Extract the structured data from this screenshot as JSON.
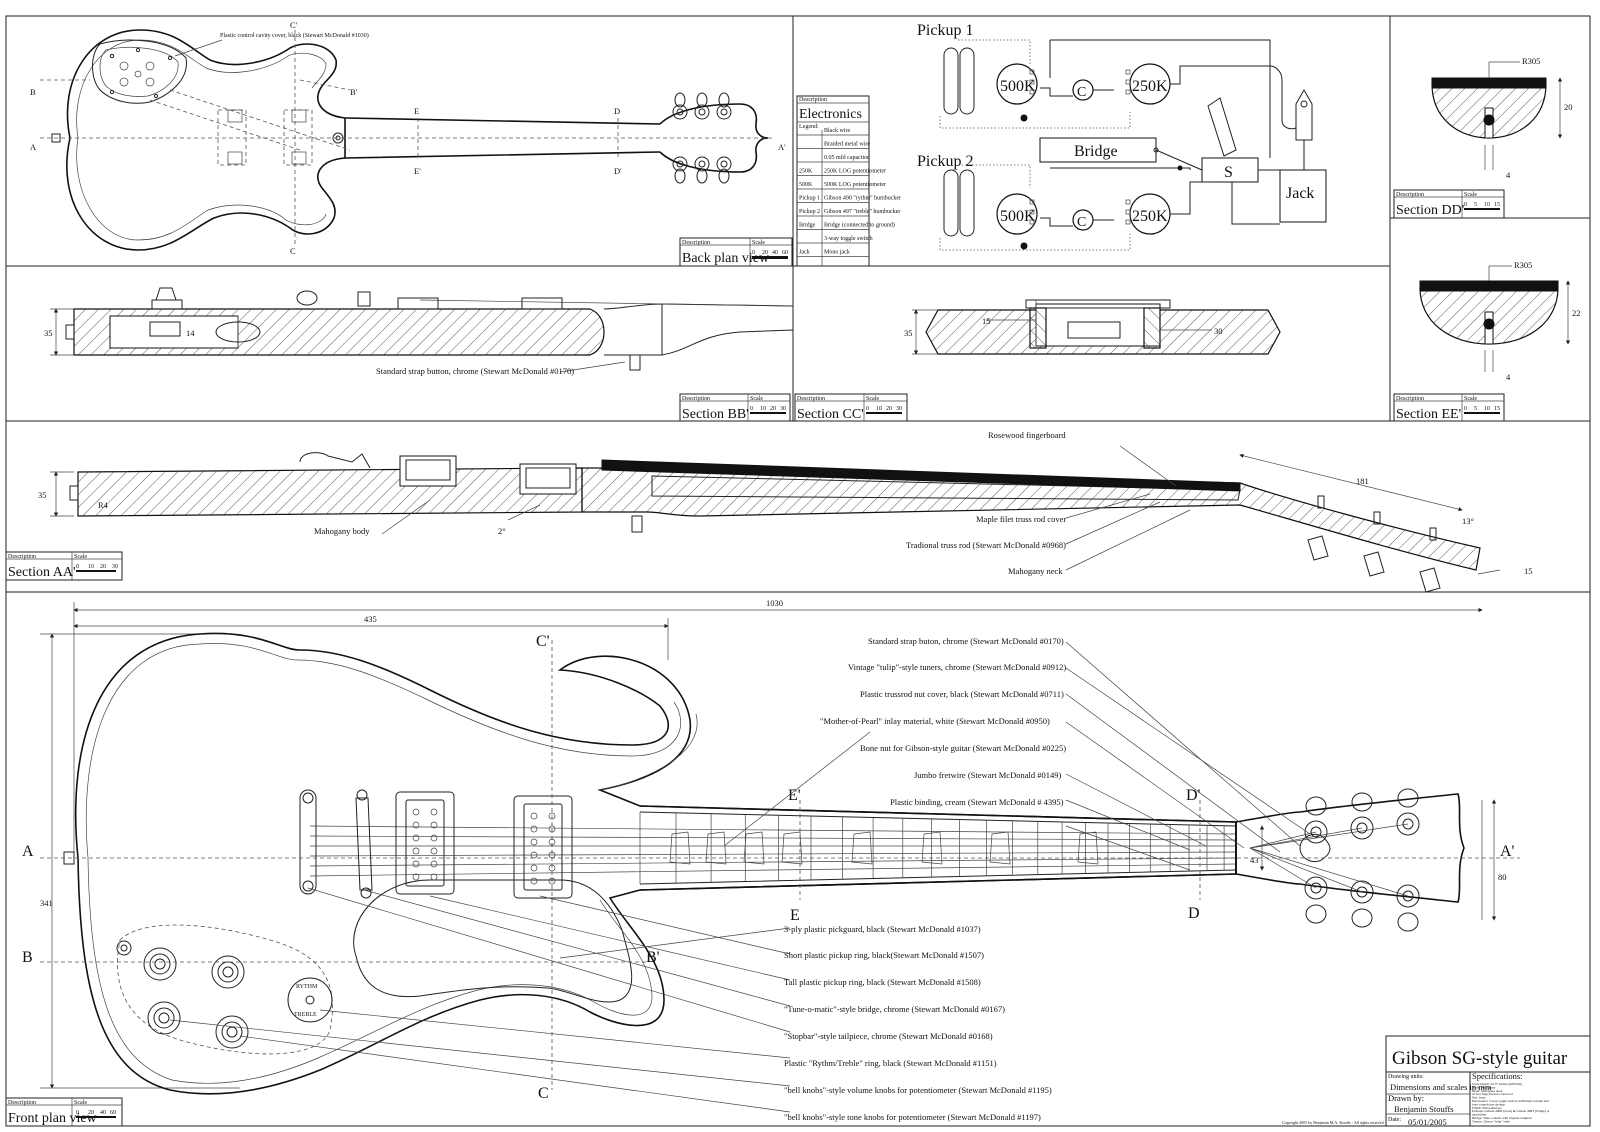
{
  "electronics_schematic": {
    "pickup1_label": "Pickup 1",
    "pickup2_label": "Pickup 2",
    "pot_500k": "500K",
    "pot_250k": "250K",
    "capacitor": "C",
    "bridge": "Bridge",
    "switch": "S",
    "jack": "Jack"
  },
  "legend": {
    "description_header": "Description",
    "title": "Electronics",
    "legend_label": "Legend:",
    "rows": [
      {
        "symbol": "",
        "text": "Black wire"
      },
      {
        "symbol": "",
        "text": "Braided metal wire"
      },
      {
        "symbol": "",
        "text": "0.05 mfd capacitor"
      },
      {
        "symbol": "250K",
        "text": "250K LOG potentiometer"
      },
      {
        "symbol": "500K",
        "text": "500K LOG potentiometer"
      },
      {
        "symbol": "Pickup 1",
        "text": "Gibson 490 \"rythm\" humbucker"
      },
      {
        "symbol": "Pickup 2",
        "text": "Gibson 497 \"treble\" humbucker"
      },
      {
        "symbol": "Bridge",
        "text": "Bridge (connected to ground)"
      },
      {
        "symbol": "",
        "text": "3-way toggle switch"
      },
      {
        "symbol": "Jack",
        "text": "Mono jack"
      }
    ]
  },
  "title_blocks": {
    "description": "Description",
    "scale": "Scale",
    "back_plan": "Back plan view",
    "section_bb": "Section BB'",
    "section_cc": "Section CC'",
    "section_aa": "Section AA'",
    "section_dd": "Section DD'",
    "section_ee": "Section EE'",
    "front_plan": "Front plan view",
    "scale_ticks_30": [
      "0",
      "10",
      "20",
      "30"
    ],
    "scale_ticks_60": [
      "0",
      "20",
      "40",
      "60"
    ],
    "scale_ticks_15": [
      "0",
      "5",
      "10",
      "15"
    ]
  },
  "markers": {
    "a": "A",
    "a_prime": "A'",
    "b": "B",
    "b_prime": "B'",
    "c": "C",
    "c_prime": "C'",
    "d": "D",
    "d_prime": "D'",
    "e": "E",
    "e_prime": "E'"
  },
  "back_plan": {
    "pickguard_note": "Plastic control cavity cover, black (Stewart McDonald #1030)"
  },
  "section_bb": {
    "dim_height": "35",
    "dim_14": "14",
    "strap_note": "Standard strap button, chrome (Stewart McDonald #0170)"
  },
  "section_cc": {
    "dim_35": "35",
    "dim_15": "15",
    "dim_30": "30"
  },
  "section_dd": {
    "radius": "R305",
    "depth": "20",
    "rod": "4"
  },
  "section_ee": {
    "radius": "R305",
    "depth": "22",
    "rod": "4"
  },
  "section_aa": {
    "dim_35": "35",
    "radius_r4": "R4",
    "angle_2": "2°",
    "dim_181": "181",
    "angle_13": "13°",
    "dim_15": "15",
    "notes": [
      "Rosewood fingerboard",
      "Maple filet truss rod cover",
      "Tradional truss rod (Stewart McDonald #0968)",
      "Mahogany neck",
      "Mahogany body"
    ]
  },
  "front_plan": {
    "dim_total": "1030",
    "dim_435": "435",
    "dim_341": "341",
    "dim_43": "43",
    "dim_80": "80",
    "ring_label_top": "RYTHM",
    "ring_label_bottom": "TREBLE",
    "callouts_top": [
      "Standard strap buton, chrome (Stewart McDonald #0170)",
      "Vintage \"tulip\"-style tuners, chrome (Stewart McDonald #0912)",
      "Plastic trussrod nut cover, black (Stewart McDonald #0711)",
      "\"Mother-of-Pearl\" inlay material, white (Stewart McDonald #0950)",
      "Bone nut for Gibson-style guitar (Stewart McDonald #0225)",
      "Jumbo fretwire (Stewart McDonald #0149)",
      "Plastic binding, cream (Stewart McDonald # 4395)"
    ],
    "callouts_bottom": [
      "3-ply plastic pickguard, black (Stewart McDonald #1037)",
      "Short plastic pickup ring, black(Stewart McDonald #1507)",
      "Tall plastic pickup ring, black (Stewart McDonald #1508)",
      "\"Tune-o-matic\"-style bridge, chrome (Stewart McDonald #0167)",
      "\"Stopbar\"-style tailpiece, chrome (Stewart McDonald #0168)",
      "Plastic \"Rythm/Treble\" ring, black (Stewart McDonald #1151)",
      "\"bell knobs\"-style volume knobs for potentiometer (Stewart McDonald #1195)",
      "\"bell knobs\"-style tone knobs for potentiometer (Stewart McDonald #1197)"
    ]
  },
  "title_sheet": {
    "title": "Gibson SG-style guitar",
    "drawing_units_label": "Drawing units:",
    "drawing_units": "Dimensions and scales in mm",
    "drawn_by_label": "Drawn by:",
    "author": "Benjamin Stouffs",
    "date_label": "Date:",
    "date": "05/01/2005",
    "specs_label": "Specifications:",
    "specs": [
      "Scale length: 24.75 inches (628 mm)",
      "Body: mahogany",
      "Head: mahogany neck",
      "22 fret fingerboard: rosewood",
      "Nut: bone",
      "Electronics: 3-way toggle switch, individual volume and",
      "  tone controls per pickup",
      "Finish: Nitrocellulose",
      "Pickups: Gibson 490R (neck) & Gibson 498T (bridge) or",
      "  equivalent",
      "Bridge: Tune-o-matic with Stopbar tailpiece",
      "Tuners: Gibson \"tulip\" style"
    ],
    "copyright": "Copyright 2005 by Benjamin M.A. Stouffs - All rights reserved"
  }
}
